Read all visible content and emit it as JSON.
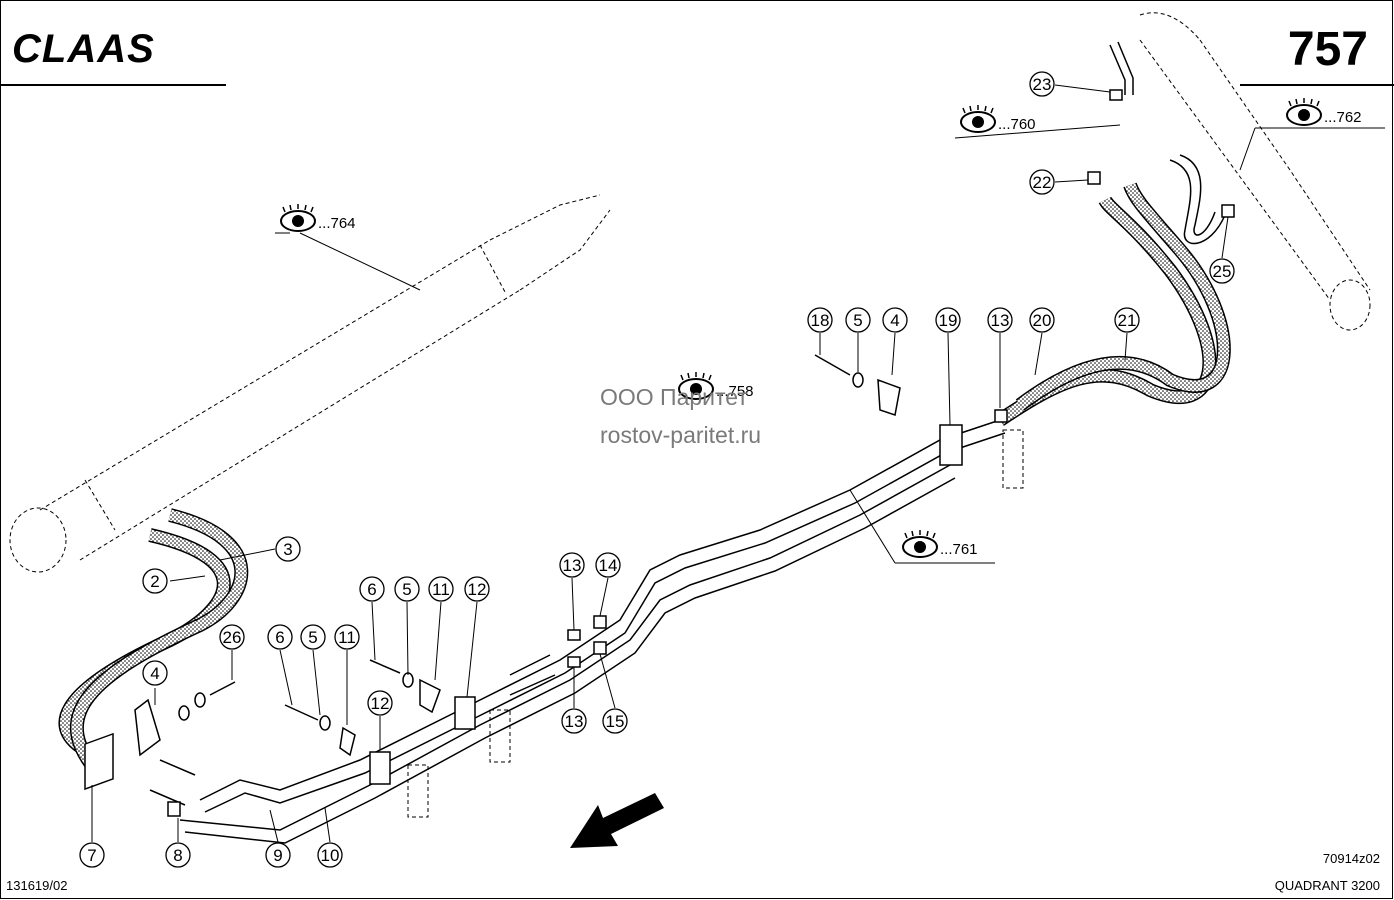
{
  "header": {
    "brand": "CLAAS",
    "page_number": "757"
  },
  "footer": {
    "doc_number": "131619/02",
    "drawing_code": "70914z02",
    "model": "QUADRANT 3200"
  },
  "watermark": {
    "line1": "ООО Паритет",
    "line2": "rostov-paritet.ru"
  },
  "references": [
    {
      "id": "ref-764",
      "text": "...764"
    },
    {
      "id": "ref-760",
      "text": "...760"
    },
    {
      "id": "ref-762",
      "text": "...762"
    },
    {
      "id": "ref-758",
      "text": "...758"
    },
    {
      "id": "ref-761",
      "text": "...761"
    }
  ],
  "callouts": [
    {
      "label": "2"
    },
    {
      "label": "3"
    },
    {
      "label": "4"
    },
    {
      "label": "26"
    },
    {
      "label": "6"
    },
    {
      "label": "5"
    },
    {
      "label": "11"
    },
    {
      "label": "12"
    },
    {
      "label": "6"
    },
    {
      "label": "5"
    },
    {
      "label": "11"
    },
    {
      "label": "12"
    },
    {
      "label": "13"
    },
    {
      "label": "14"
    },
    {
      "label": "13"
    },
    {
      "label": "15"
    },
    {
      "label": "7"
    },
    {
      "label": "8"
    },
    {
      "label": "9"
    },
    {
      "label": "10"
    },
    {
      "label": "18"
    },
    {
      "label": "5"
    },
    {
      "label": "4"
    },
    {
      "label": "19"
    },
    {
      "label": "13"
    },
    {
      "label": "20"
    },
    {
      "label": "21"
    },
    {
      "label": "23"
    },
    {
      "label": "22"
    },
    {
      "label": "25"
    }
  ],
  "icons": [
    "eye-icon",
    "direction-arrow-icon"
  ],
  "colors": {
    "ink": "#000000",
    "watermark": "#7a7a7a"
  }
}
